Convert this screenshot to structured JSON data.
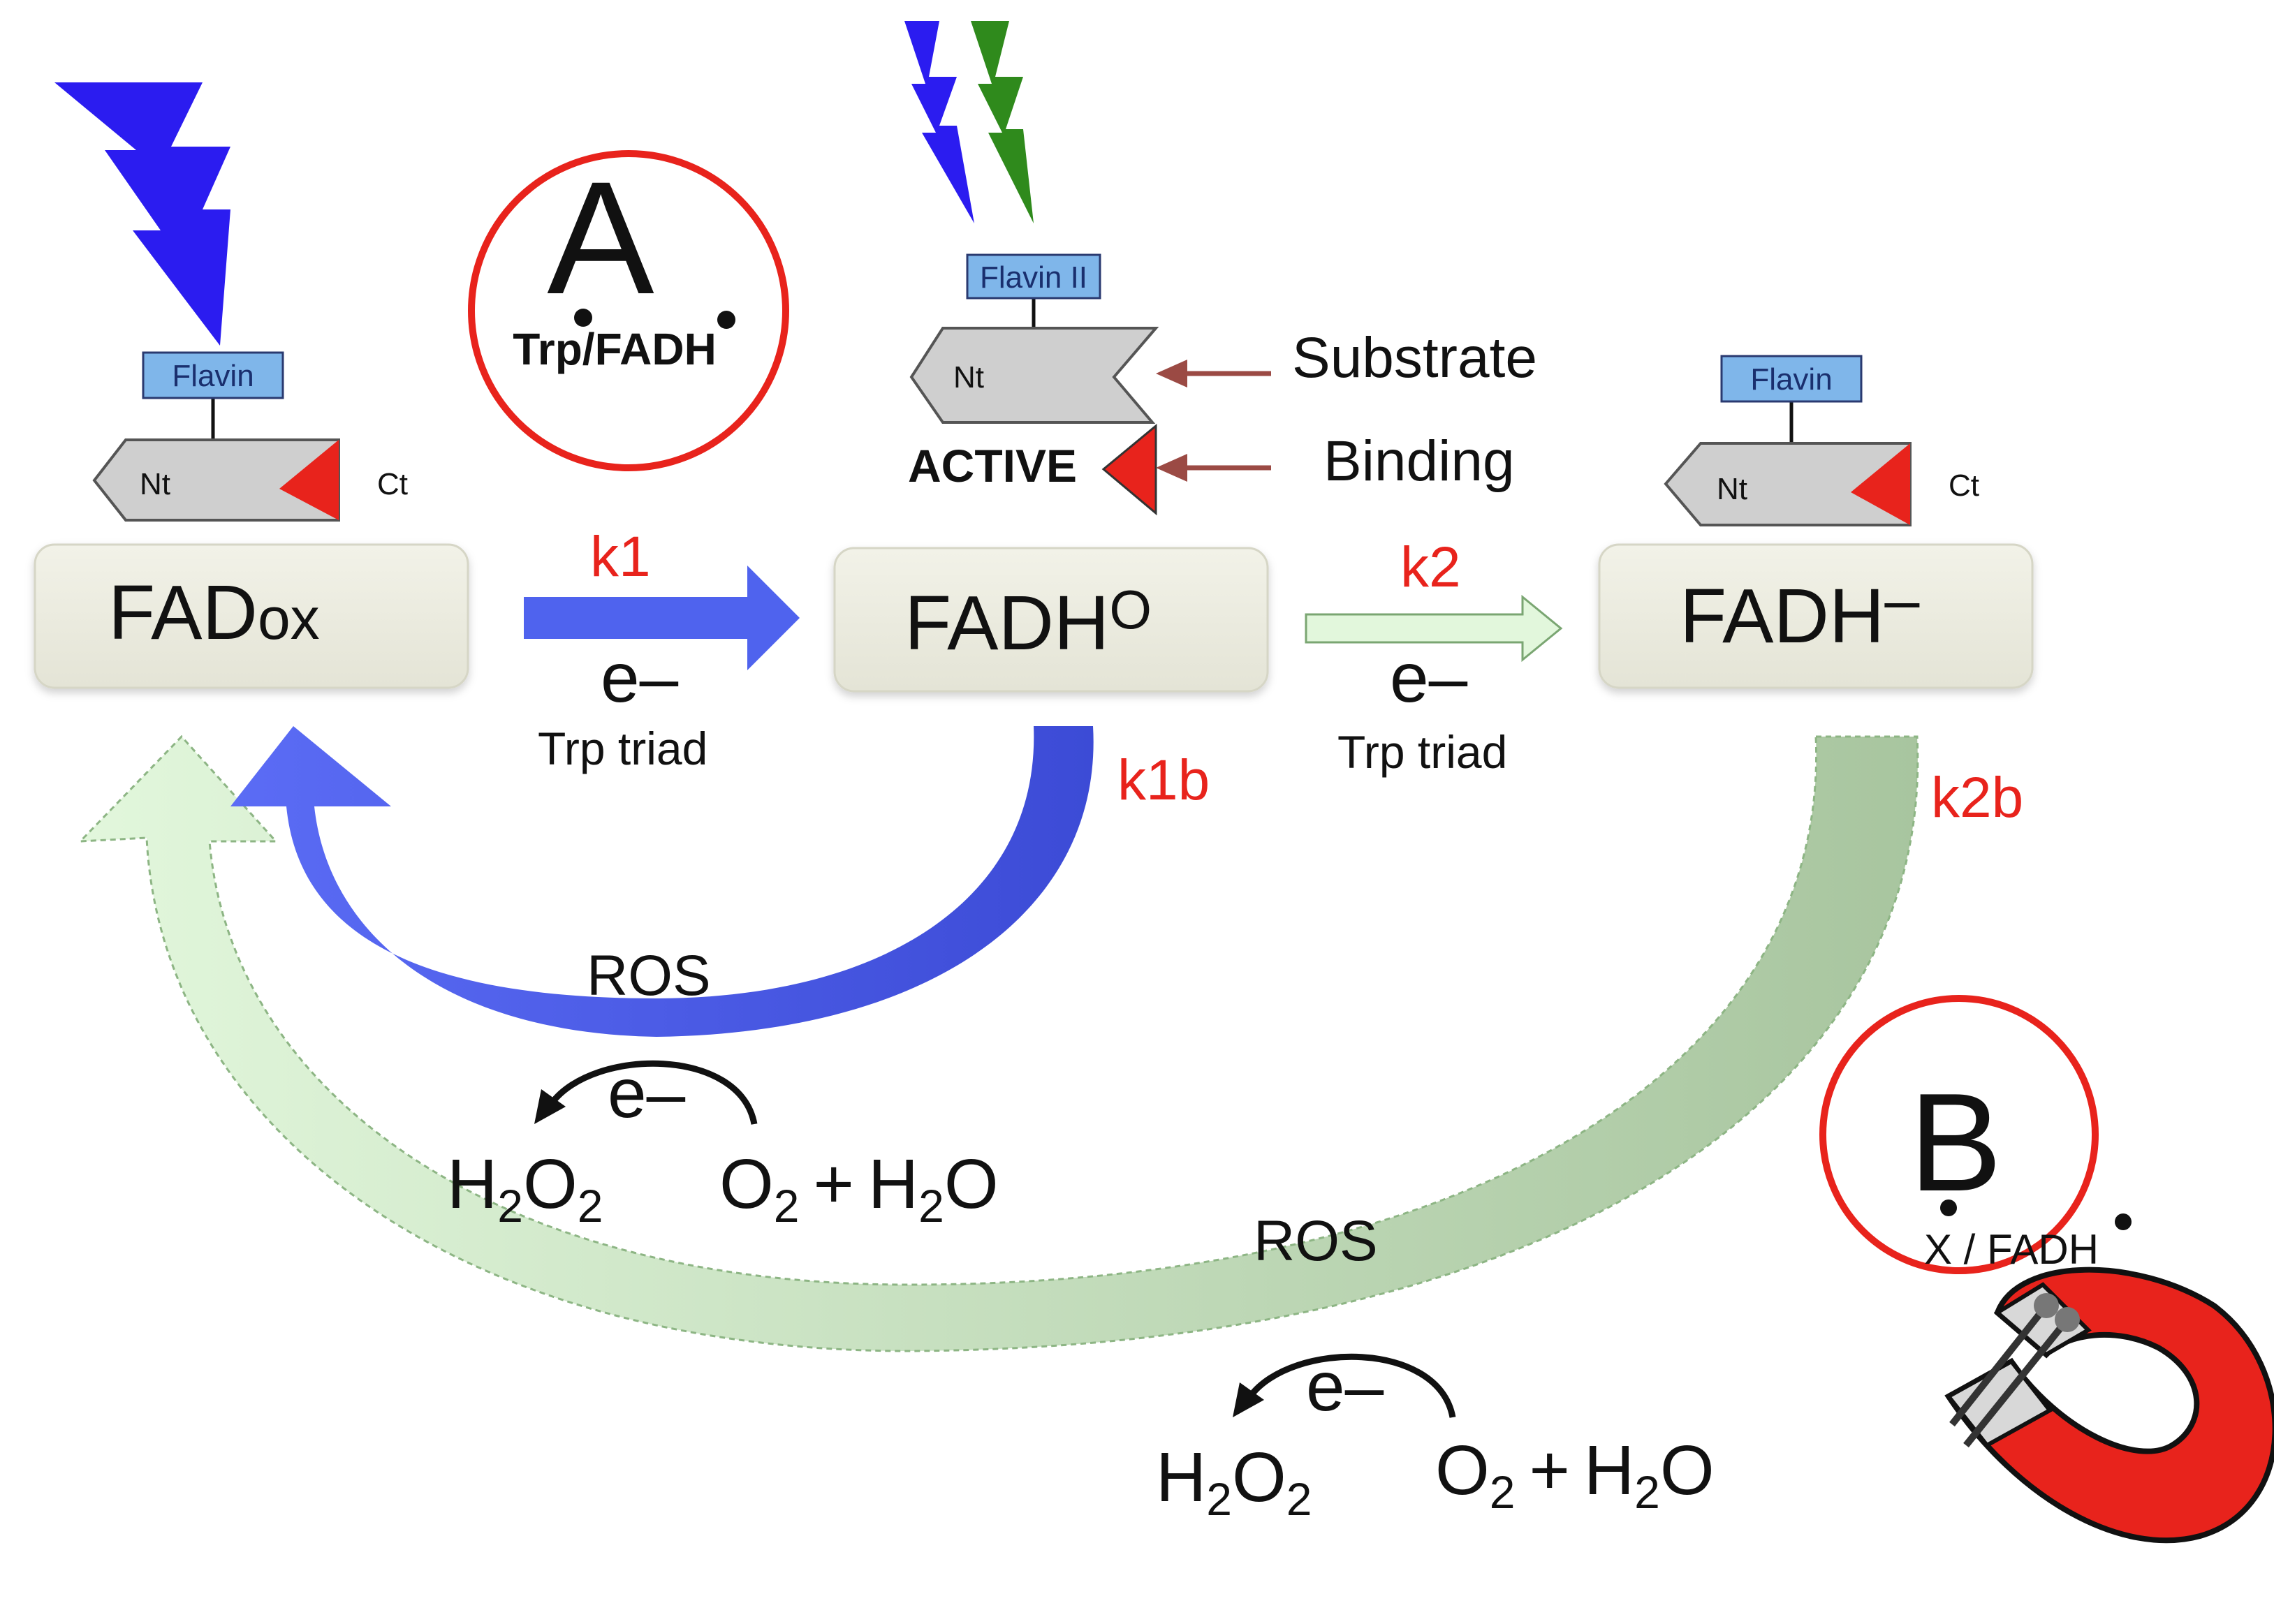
{
  "states": {
    "fadox": {
      "label": "FAD",
      "label_suffix": "ox"
    },
    "fadh_radical": {
      "label": "FADH",
      "label_suffix": "O"
    },
    "fadh_minus": {
      "label": "FADH",
      "label_suffix": "–"
    }
  },
  "proteins": {
    "left": {
      "flavin": "Flavin",
      "nt": "Nt",
      "ct": "Ct"
    },
    "middle": {
      "flavin": "Flavin II",
      "nt": "Nt",
      "active": "ACTIVE"
    },
    "right": {
      "flavin": "Flavin",
      "nt": "Nt",
      "ct": "Ct"
    }
  },
  "rates": {
    "k1": "k1",
    "k2": "k2",
    "k1b": "k1b",
    "k2b": "k2b"
  },
  "transfer": {
    "electron": "e–",
    "trp_triad": "Trp triad"
  },
  "binding": {
    "substrate": "Substrate",
    "binding": "Binding"
  },
  "insets": {
    "a": {
      "letter": "A",
      "text": "Trp/FADH"
    },
    "b": {
      "letter": "B",
      "text": "X / FADH"
    }
  },
  "ros": {
    "label": "ROS",
    "electron": "e–"
  },
  "chem": {
    "h": "H",
    "o": "O",
    "two": "2",
    "plus": "+"
  },
  "colors": {
    "blue_arrow": "#4f63ee",
    "green_arrow": "#d9f5d3",
    "dark_green_arrow": "#a9c7a0",
    "red": "#e8231c",
    "box_fill": "#eeeee2",
    "flavin_fill": "#7fb6ea",
    "bolt_blue": "#2b1cf0",
    "bolt_green": "#2f8a1c"
  },
  "icons": [
    "lightning-bolt-blue-icon",
    "lightning-bolt-green-icon",
    "horseshoe-magnet-icon"
  ]
}
